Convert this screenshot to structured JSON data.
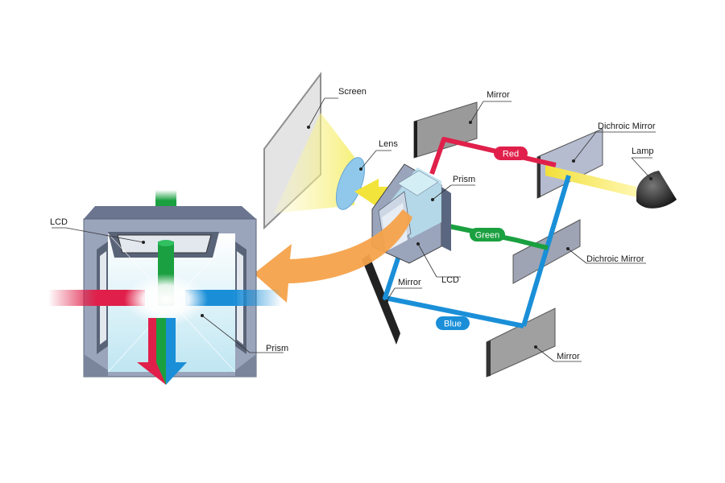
{
  "labels": {
    "screen": "Screen",
    "lens": "Lens",
    "prism_main": "Prism",
    "lcd_main": "LCD",
    "mirror_top": "Mirror",
    "dichroic_top": "Dichroic Mirror",
    "lamp": "Lamp",
    "dichroic_mid": "Dichroic Mirror",
    "mirror_left": "Mirror",
    "mirror_bottom": "Mirror",
    "lcd_detail": "LCD",
    "prism_detail": "Prism"
  },
  "beams": {
    "red": "Red",
    "green": "Green",
    "blue": "Blue"
  },
  "colors": {
    "red": "#e0204a",
    "green": "#1aa040",
    "blue": "#1a8fd8",
    "orange": "#f5a24a",
    "yellow": "#f5e64a"
  }
}
